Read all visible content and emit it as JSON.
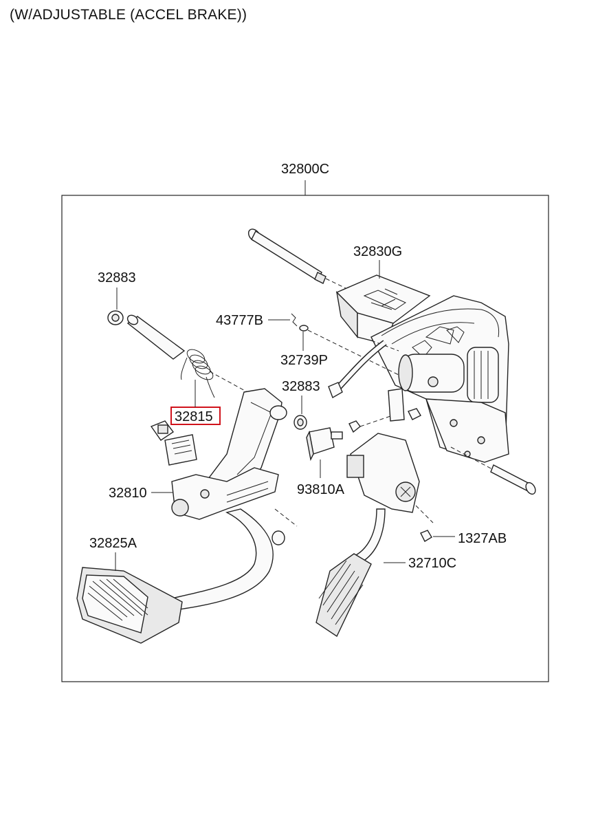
{
  "title": "(W/ADJUSTABLE (ACCEL  BRAKE))",
  "assembly_label": "32800C",
  "highlight_color": "#d0121b",
  "parts": {
    "p32830G": "32830G",
    "p32883_top": "32883",
    "p43777B": "43777B",
    "p32739P": "32739P",
    "p32883_mid": "32883",
    "p32815": "32815",
    "p93810A": "93810A",
    "p32810": "32810",
    "p1327AB": "1327AB",
    "p32825A": "32825A",
    "p32710C": "32710C"
  },
  "highlighted_part": "32815"
}
